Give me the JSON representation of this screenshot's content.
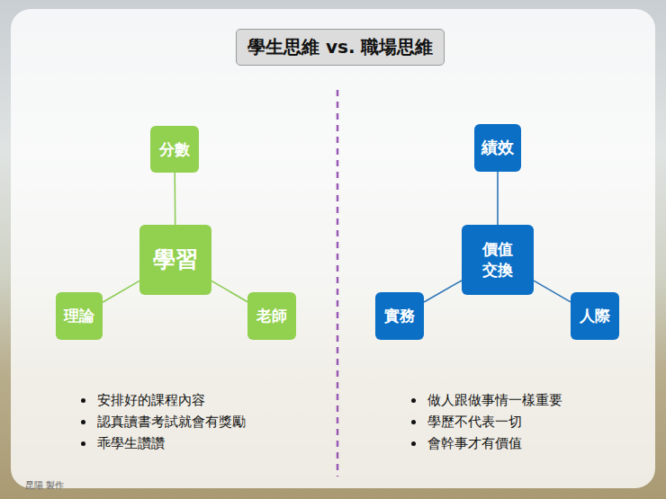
{
  "diagram": {
    "title": "學生思維 vs. 職場思維",
    "nodes": [
      {
        "text": [
          "分數"
        ]
      },
      {
        "text": [
          "學習"
        ]
      },
      {
        "text": [
          "理論"
        ]
      },
      {
        "text": [
          "老師"
        ]
      },
      {
        "text": [
          "績效"
        ]
      },
      {
        "text": [
          "價值 交換"
        ]
      },
      {
        "text": [
          "實務"
        ]
      },
      {
        "text": [
          "人際"
        ]
      }
    ],
    "edges": [
      {
        "from": 1,
        "to": 0,
        "arrow": "none"
      },
      {
        "from": 1,
        "to": 2,
        "arrow": "none"
      },
      {
        "from": 1,
        "to": 3,
        "arrow": "none"
      },
      {
        "from": 5,
        "to": 4,
        "arrow": "none"
      },
      {
        "from": 5,
        "to": 6,
        "arrow": "none"
      },
      {
        "from": 5,
        "to": 7,
        "arrow": "none"
      }
    ],
    "labels": [
      "安排好的課程內容",
      "認真讀書考試就會有獎勵",
      "乖學生讚讚",
      "做人跟做事情一樣重要",
      "學歷不代表一切",
      "會幹事才有價值",
      "昆陽 製作"
    ]
  }
}
